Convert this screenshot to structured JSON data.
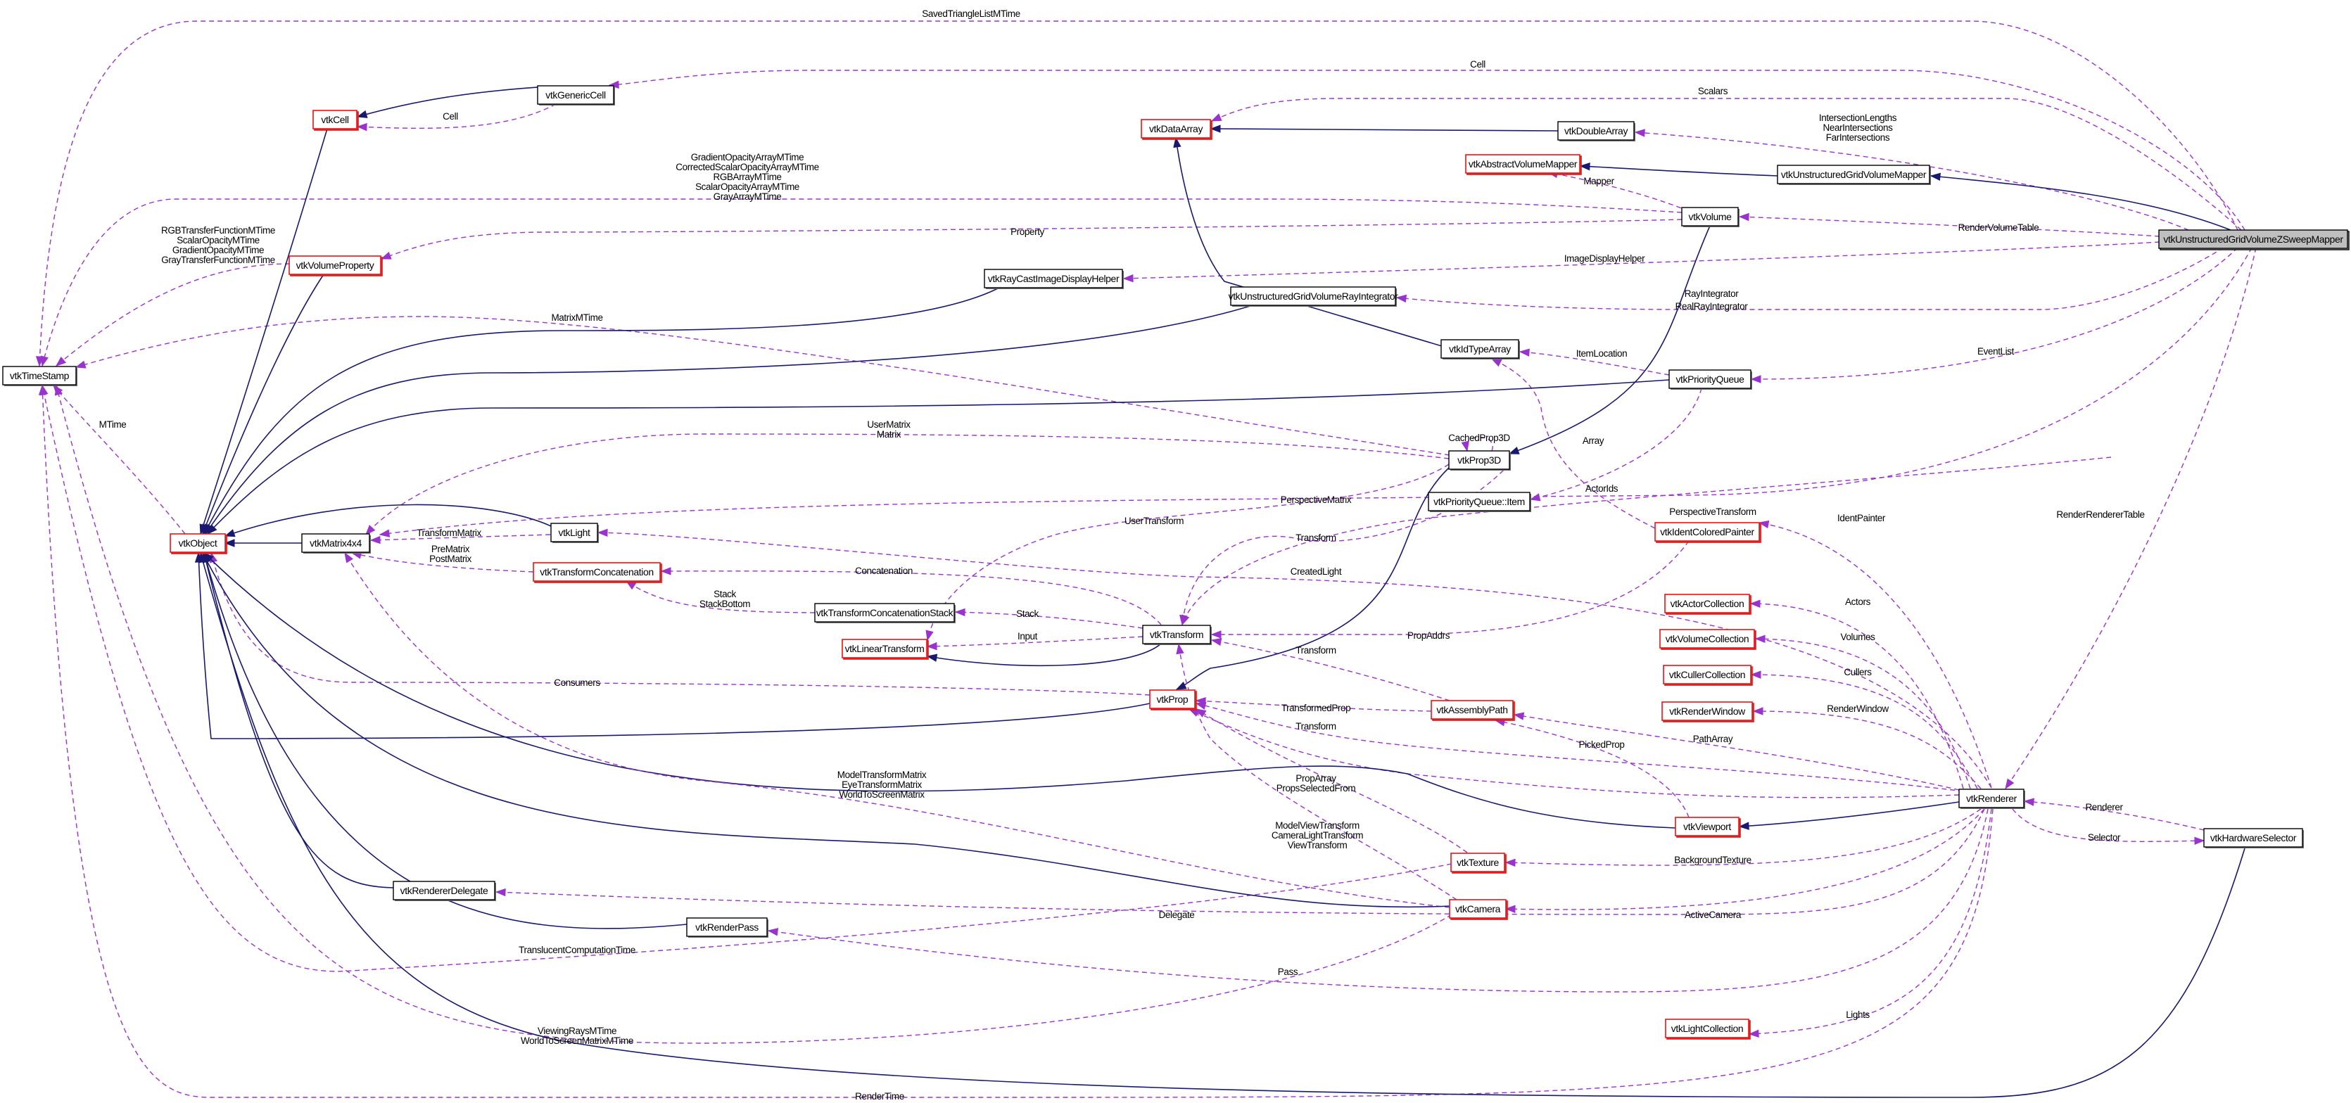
{
  "diagram": {
    "title": "vtkUnstructuredGridVolumeZSweepMapper collaboration graph",
    "colors": {
      "inheritance_edge": "#191970",
      "usage_edge": "#9a32cd",
      "truncated_border": "#ee1111",
      "focus_fill": "#bfbfbf",
      "normal_border": "#000000"
    },
    "nodes": [
      {
        "id": "zsweep",
        "label": "vtkUnstructuredGridVolumeZSweepMapper",
        "style": "focus"
      },
      {
        "id": "timestamp",
        "label": "vtkTimeStamp",
        "style": "normal"
      },
      {
        "id": "object",
        "label": "vtkObject",
        "style": "truncated"
      },
      {
        "id": "matrix4x4",
        "label": "vtkMatrix4x4",
        "style": "normal"
      },
      {
        "id": "cell",
        "label": "vtkCell",
        "style": "truncated"
      },
      {
        "id": "genericcell",
        "label": "vtkGenericCell",
        "style": "normal"
      },
      {
        "id": "volumeproperty",
        "label": "vtkVolumeProperty",
        "style": "truncated"
      },
      {
        "id": "dataarray",
        "label": "vtkDataArray",
        "style": "truncated"
      },
      {
        "id": "doublearray",
        "label": "vtkDoubleArray",
        "style": "normal"
      },
      {
        "id": "abstractvolumemapper",
        "label": "vtkAbstractVolumeMapper",
        "style": "truncated"
      },
      {
        "id": "ugvolumemapper",
        "label": "vtkUnstructuredGridVolumeMapper",
        "style": "normal"
      },
      {
        "id": "volume",
        "label": "vtkVolume",
        "style": "normal"
      },
      {
        "id": "raycasthelper",
        "label": "vtkRayCastImageDisplayHelper",
        "style": "normal"
      },
      {
        "id": "rayintegrator",
        "label": "vtkUnstructuredGridVolumeRayIntegrator",
        "style": "normal"
      },
      {
        "id": "idtypearray",
        "label": "vtkIdTypeArray",
        "style": "normal"
      },
      {
        "id": "priorityqueue",
        "label": "vtkPriorityQueue",
        "style": "normal"
      },
      {
        "id": "prop3d",
        "label": "vtkProp3D",
        "style": "normal"
      },
      {
        "id": "pqitem",
        "label": "vtkPriorityQueue::Item",
        "style": "normal"
      },
      {
        "id": "light",
        "label": "vtkLight",
        "style": "normal"
      },
      {
        "id": "identpainter",
        "label": "vtkIdentColoredPainter",
        "style": "truncated"
      },
      {
        "id": "transformconcat",
        "label": "vtkTransformConcatenation",
        "style": "truncated"
      },
      {
        "id": "transformconcatstack",
        "label": "vtkTransformConcatenationStack",
        "style": "normal"
      },
      {
        "id": "lineartransform",
        "label": "vtkLinearTransform",
        "style": "truncated"
      },
      {
        "id": "transform",
        "label": "vtkTransform",
        "style": "normal"
      },
      {
        "id": "actorcollection",
        "label": "vtkActorCollection",
        "style": "truncated"
      },
      {
        "id": "volumecollection",
        "label": "vtkVolumeCollection",
        "style": "truncated"
      },
      {
        "id": "cullercollection",
        "label": "vtkCullerCollection",
        "style": "truncated"
      },
      {
        "id": "renderwindow",
        "label": "vtkRenderWindow",
        "style": "truncated"
      },
      {
        "id": "prop",
        "label": "vtkProp",
        "style": "truncated"
      },
      {
        "id": "assemblypath",
        "label": "vtkAssemblyPath",
        "style": "truncated"
      },
      {
        "id": "renderer",
        "label": "vtkRenderer",
        "style": "normal"
      },
      {
        "id": "hardwareselector",
        "label": "vtkHardwareSelector",
        "style": "normal"
      },
      {
        "id": "viewport",
        "label": "vtkViewport",
        "style": "truncated"
      },
      {
        "id": "texture",
        "label": "vtkTexture",
        "style": "truncated"
      },
      {
        "id": "rendererdelegate",
        "label": "vtkRendererDelegate",
        "style": "normal"
      },
      {
        "id": "camera",
        "label": "vtkCamera",
        "style": "truncated"
      },
      {
        "id": "renderpass",
        "label": "vtkRenderPass",
        "style": "normal"
      },
      {
        "id": "lightcollection",
        "label": "vtkLightCollection",
        "style": "truncated"
      }
    ],
    "edges": [
      {
        "id": "e1",
        "from": "zsweep",
        "to": "timestamp",
        "type": "usage",
        "labels": [
          "SavedTriangleListMTime"
        ]
      },
      {
        "id": "e2",
        "from": "zsweep",
        "to": "genericcell",
        "type": "usage",
        "labels": [
          "Cell"
        ]
      },
      {
        "id": "e3",
        "from": "zsweep",
        "to": "dataarray",
        "type": "usage",
        "labels": [
          "Scalars"
        ]
      },
      {
        "id": "e4",
        "from": "zsweep",
        "to": "doublearray",
        "type": "usage",
        "labels": [
          "IntersectionLengths",
          "NearIntersections",
          "FarIntersections"
        ]
      },
      {
        "id": "e5",
        "from": "zsweep",
        "to": "ugvolumemapper",
        "type": "inherit",
        "labels": []
      },
      {
        "id": "e6",
        "from": "zsweep",
        "to": "volume",
        "type": "usage",
        "labels": [
          "RenderVolumeTable"
        ]
      },
      {
        "id": "e7",
        "from": "zsweep",
        "to": "raycasthelper",
        "type": "usage",
        "labels": [
          "ImageDisplayHelper"
        ]
      },
      {
        "id": "e8",
        "from": "zsweep",
        "to": "rayintegrator",
        "type": "usage",
        "labels": [
          "RayIntegrator",
          "RealRayIntegrator"
        ]
      },
      {
        "id": "e9",
        "from": "zsweep",
        "to": "priorityqueue",
        "type": "usage",
        "labels": [
          "EventList"
        ]
      },
      {
        "id": "e10",
        "from": "zsweep",
        "to": "renderer",
        "type": "usage",
        "labels": [
          "RenderRendererTable"
        ]
      },
      {
        "id": "e11",
        "from": "genericcell",
        "to": "cell",
        "type": "inherit",
        "labels": []
      },
      {
        "id": "e12",
        "from": "genericcell",
        "to": "cell",
        "type": "usage",
        "labels": [
          "Cell"
        ]
      },
      {
        "id": "e13",
        "from": "doublearray",
        "to": "dataarray",
        "type": "inherit",
        "labels": []
      },
      {
        "id": "e14",
        "from": "ugvolumemapper",
        "to": "abstractvolumemapper",
        "type": "inherit",
        "labels": []
      },
      {
        "id": "e15",
        "from": "volume",
        "to": "abstractvolumemapper",
        "type": "usage",
        "labels": [
          "Mapper"
        ]
      },
      {
        "id": "e16",
        "from": "volume",
        "to": "timestamp",
        "type": "usage",
        "labels": [
          "GradientOpacityArrayMTime",
          "CorrectedScalarOpacityArrayMTime",
          "RGBArrayMTime",
          "ScalarOpacityArrayMTime",
          "GrayArrayMTime"
        ]
      },
      {
        "id": "e17",
        "from": "volume",
        "to": "volumeproperty",
        "type": "usage",
        "labels": [
          "Property"
        ]
      },
      {
        "id": "e18",
        "from": "volume",
        "to": "prop3d",
        "type": "inherit",
        "labels": []
      },
      {
        "id": "e19",
        "from": "volumeproperty",
        "to": "timestamp",
        "type": "usage",
        "labels": [
          "RGBTransferFunctionMTime",
          "ScalarOpacityMTime",
          "GradientOpacityMTime",
          "GrayTransferFunctionMTime"
        ]
      },
      {
        "id": "e20",
        "from": "prop3d",
        "to": "timestamp",
        "type": "usage",
        "labels": [
          "MatrixMTime"
        ]
      },
      {
        "id": "e21",
        "from": "idtypearray",
        "to": "dataarray",
        "type": "inherit",
        "labels": []
      },
      {
        "id": "e22",
        "from": "priorityqueue",
        "to": "idtypearray",
        "type": "usage",
        "labels": [
          "ItemLocation"
        ]
      },
      {
        "id": "e23",
        "from": "prop3d",
        "to": "prop3d",
        "type": "usage",
        "labels": [
          "CachedProp3D"
        ]
      },
      {
        "id": "e24",
        "from": "prop3d",
        "to": "matrix4x4",
        "type": "usage",
        "labels": [
          "UserMatrix",
          "Matrix"
        ]
      },
      {
        "id": "e25",
        "from": "priorityqueue",
        "to": "pqitem",
        "type": "usage",
        "labels": [
          "Array"
        ]
      },
      {
        "id": "e26",
        "from": "identpainter",
        "to": "idtypearray",
        "type": "usage",
        "labels": [
          "ActorIds"
        ]
      },
      {
        "id": "e27",
        "from": "renderer",
        "to": "matrix4x4",
        "type": "usage",
        "labels": [
          "PerspectiveMatrix"
        ]
      },
      {
        "id": "e28",
        "from": "renderer",
        "to": "transform",
        "type": "usage",
        "labels": [
          "PerspectiveTransform"
        ]
      },
      {
        "id": "e29",
        "from": "renderer",
        "to": "identpainter",
        "type": "usage",
        "labels": [
          "IdentPainter"
        ]
      },
      {
        "id": "e30",
        "from": "prop3d",
        "to": "lineartransform",
        "type": "usage",
        "labels": [
          "UserTransform"
        ]
      },
      {
        "id": "e31",
        "from": "prop3d",
        "to": "transform",
        "type": "usage",
        "labels": [
          "Transform"
        ]
      },
      {
        "id": "e32",
        "from": "renderer",
        "to": "light",
        "type": "usage",
        "labels": [
          "CreatedLight"
        ]
      },
      {
        "id": "e33",
        "from": "light",
        "to": "matrix4x4",
        "type": "usage",
        "labels": [
          "TransformMatrix"
        ]
      },
      {
        "id": "e34",
        "from": "light",
        "to": "object",
        "type": "inherit",
        "labels": []
      },
      {
        "id": "e35",
        "from": "matrix4x4",
        "to": "object",
        "type": "inherit",
        "labels": []
      },
      {
        "id": "e36",
        "from": "object",
        "to": "timestamp",
        "type": "usage",
        "labels": [
          "MTime"
        ]
      },
      {
        "id": "e37",
        "from": "transformconcat",
        "to": "matrix4x4",
        "type": "usage",
        "labels": [
          "PreMatrix",
          "PostMatrix"
        ]
      },
      {
        "id": "e38",
        "from": "transform",
        "to": "transformconcat",
        "type": "usage",
        "labels": [
          "Concatenation"
        ]
      },
      {
        "id": "e39",
        "from": "transformconcatstack",
        "to": "transformconcat",
        "type": "usage",
        "labels": [
          "Stack",
          "StackBottom"
        ]
      },
      {
        "id": "e40",
        "from": "transform",
        "to": "transformconcatstack",
        "type": "usage",
        "labels": [
          "Stack"
        ]
      },
      {
        "id": "e41",
        "from": "transform",
        "to": "lineartransform",
        "type": "usage",
        "labels": [
          "Input"
        ]
      },
      {
        "id": "e42",
        "from": "transform",
        "to": "lineartransform",
        "type": "inherit",
        "labels": []
      },
      {
        "id": "e43",
        "from": "identpainter",
        "to": "transform",
        "type": "usage",
        "labels": [
          "PropAddrs"
        ]
      },
      {
        "id": "e44",
        "from": "renderer",
        "to": "actorcollection",
        "type": "usage",
        "labels": [
          "Actors"
        ]
      },
      {
        "id": "e45",
        "from": "renderer",
        "to": "volumecollection",
        "type": "usage",
        "labels": [
          "Volumes"
        ]
      },
      {
        "id": "e46",
        "from": "renderer",
        "to": "cullercollection",
        "type": "usage",
        "labels": [
          "Cullers"
        ]
      },
      {
        "id": "e47",
        "from": "renderer",
        "to": "renderwindow",
        "type": "usage",
        "labels": [
          "RenderWindow"
        ]
      },
      {
        "id": "e48",
        "from": "prop",
        "to": "object",
        "type": "usage",
        "labels": [
          "Consumers"
        ]
      },
      {
        "id": "e49",
        "from": "assemblypath",
        "to": "transform",
        "type": "usage",
        "labels": [
          "Transform"
        ]
      },
      {
        "id": "e50",
        "from": "assemblypath",
        "to": "prop",
        "type": "usage",
        "labels": [
          "TransformedProp"
        ]
      },
      {
        "id": "e51",
        "from": "renderer",
        "to": "prop",
        "type": "usage",
        "labels": [
          "Transform"
        ]
      },
      {
        "id": "e52",
        "from": "renderer",
        "to": "assemblypath",
        "type": "usage",
        "labels": [
          "PathArray"
        ]
      },
      {
        "id": "e53",
        "from": "viewport",
        "to": "assemblypath",
        "type": "usage",
        "labels": [
          "PickedProp"
        ]
      },
      {
        "id": "e54",
        "from": "renderer",
        "to": "prop",
        "type": "usage",
        "labels": [
          "PropArray",
          "PropsSelectedFrom"
        ]
      },
      {
        "id": "e55",
        "from": "prop3d",
        "to": "prop",
        "type": "inherit",
        "labels": []
      },
      {
        "id": "e56",
        "from": "prop",
        "to": "object",
        "type": "inherit",
        "labels": []
      },
      {
        "id": "e57",
        "from": "renderer",
        "to": "viewport",
        "type": "inherit",
        "labels": []
      },
      {
        "id": "e58",
        "from": "viewport",
        "to": "object",
        "type": "inherit",
        "labels": []
      },
      {
        "id": "e59",
        "from": "renderer",
        "to": "hardwareselector",
        "type": "usage",
        "labels": [
          "Selector"
        ]
      },
      {
        "id": "e60",
        "from": "hardwareselector",
        "to": "renderer",
        "type": "usage",
        "labels": [
          "Renderer"
        ]
      },
      {
        "id": "e61",
        "from": "camera",
        "to": "matrix4x4",
        "type": "usage",
        "labels": [
          "ModelTransformMatrix",
          "EyeTransformMatrix",
          "WorldToScreenMatrix"
        ]
      },
      {
        "id": "e62",
        "from": "camera",
        "to": "transform",
        "type": "usage",
        "labels": [
          "ModelViewTransform",
          "CameraLightTransform",
          "ViewTransform"
        ]
      },
      {
        "id": "e63",
        "from": "texture",
        "to": "prop",
        "type": "usage",
        "labels": []
      },
      {
        "id": "e64",
        "from": "renderer",
        "to": "texture",
        "type": "usage",
        "labels": [
          "BackgroundTexture"
        ]
      },
      {
        "id": "e65",
        "from": "renderer",
        "to": "camera",
        "type": "usage",
        "labels": [
          "ActiveCamera"
        ]
      },
      {
        "id": "e66",
        "from": "renderer",
        "to": "rendererdelegate",
        "type": "usage",
        "labels": [
          "Delegate"
        ]
      },
      {
        "id": "e67",
        "from": "renderer",
        "to": "renderpass",
        "type": "usage",
        "labels": [
          "Pass"
        ]
      },
      {
        "id": "e68",
        "from": "texture",
        "to": "timestamp",
        "type": "usage",
        "labels": [
          "TranslucentComputationTime"
        ]
      },
      {
        "id": "e69",
        "from": "camera",
        "to": "timestamp",
        "type": "usage",
        "labels": [
          "ViewingRaysMTime",
          "WorldToScreenMatrixMTime"
        ]
      },
      {
        "id": "e70",
        "from": "renderer",
        "to": "lightcollection",
        "type": "usage",
        "labels": [
          "Lights"
        ]
      },
      {
        "id": "e71",
        "from": "renderer",
        "to": "timestamp",
        "type": "usage",
        "labels": [
          "RenderTime"
        ]
      },
      {
        "id": "e72",
        "from": "hardwareselector",
        "to": "object",
        "type": "inherit",
        "labels": []
      },
      {
        "id": "e73",
        "from": "cell",
        "to": "object",
        "type": "inherit",
        "labels": []
      },
      {
        "id": "e74",
        "from": "volumeproperty",
        "to": "object",
        "type": "inherit",
        "labels": []
      },
      {
        "id": "e75",
        "from": "raycasthelper",
        "to": "object",
        "type": "inherit",
        "labels": []
      },
      {
        "id": "e76",
        "from": "rayintegrator",
        "to": "object",
        "type": "inherit",
        "labels": []
      },
      {
        "id": "e77",
        "from": "priorityqueue",
        "to": "object",
        "type": "inherit",
        "labels": []
      },
      {
        "id": "e78",
        "from": "rendererdelegate",
        "to": "object",
        "type": "inherit",
        "labels": []
      },
      {
        "id": "e79",
        "from": "renderpass",
        "to": "object",
        "type": "inherit",
        "labels": []
      },
      {
        "id": "e80",
        "from": "camera",
        "to": "object",
        "type": "inherit",
        "labels": []
      }
    ]
  }
}
